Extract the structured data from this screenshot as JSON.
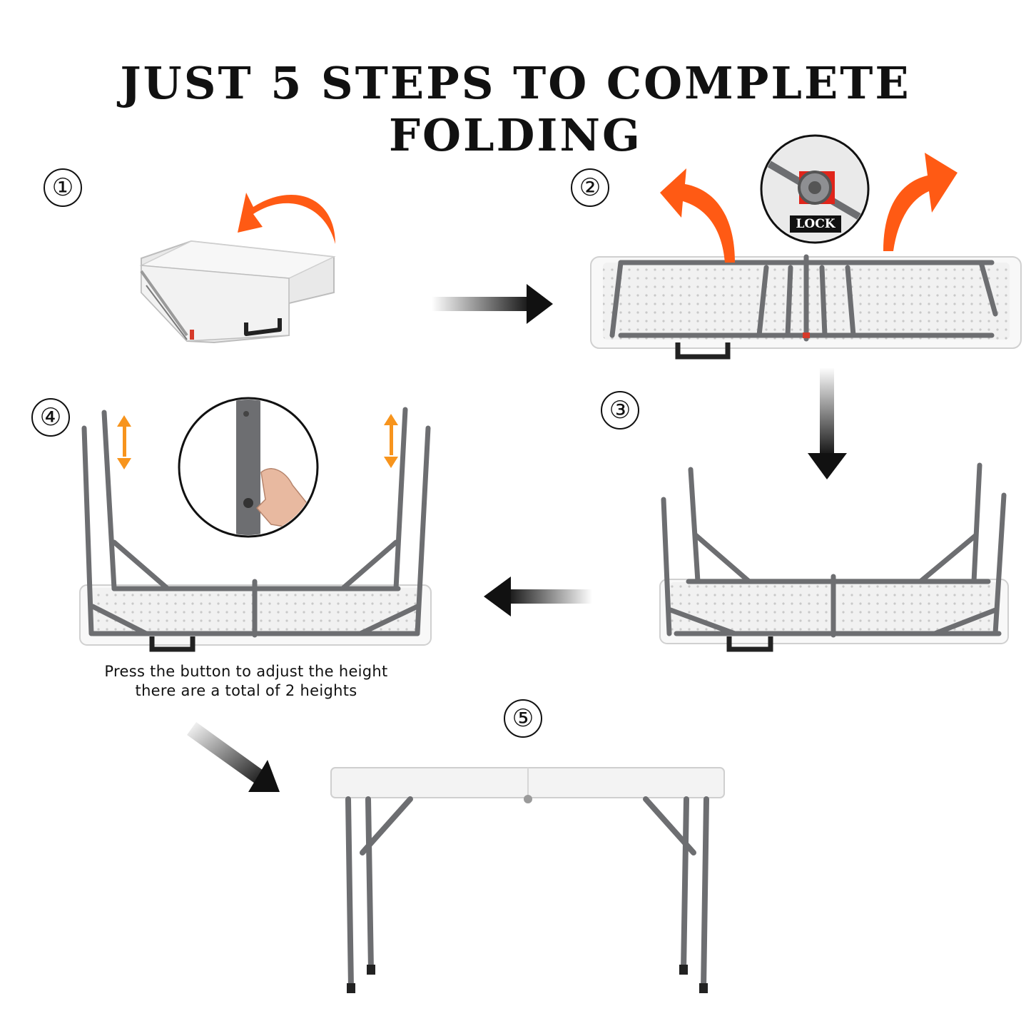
{
  "title": "JUST 5 STEPS TO COMPLETE FOLDING",
  "steps": [
    {
      "number": "①"
    },
    {
      "number": "②"
    },
    {
      "number": "③"
    },
    {
      "number": "④"
    },
    {
      "number": "⑤"
    }
  ],
  "lock_label": "LOCK",
  "caption": {
    "line1": "Press the button to adjust the height",
    "line2": "there are a total of 2 heights"
  },
  "colors": {
    "accent_orange": "#ff5a14",
    "frame_gray": "#6d6e71",
    "table_white": "#f4f4f4",
    "arrow_black": "#111111",
    "height_arrow": "#f7941d"
  },
  "icons": [
    "curved-arrow-icon",
    "right-arrow-icon",
    "down-arrow-icon",
    "left-arrow-icon",
    "diagonal-arrow-icon",
    "double-arrow-icon",
    "lock-icon"
  ]
}
